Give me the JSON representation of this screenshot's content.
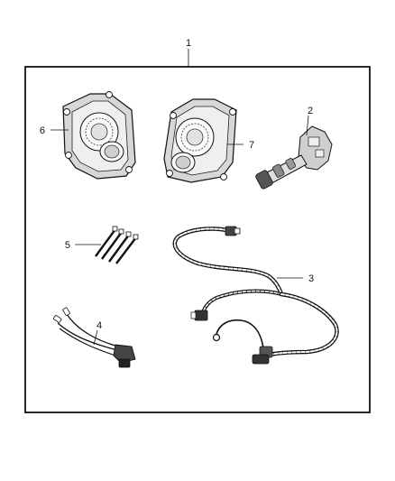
{
  "callouts": {
    "kit": "1",
    "switch": "2",
    "harness": "3",
    "pigtail": "4",
    "ties": "5",
    "lamp_left": "6",
    "lamp_right": "7"
  }
}
